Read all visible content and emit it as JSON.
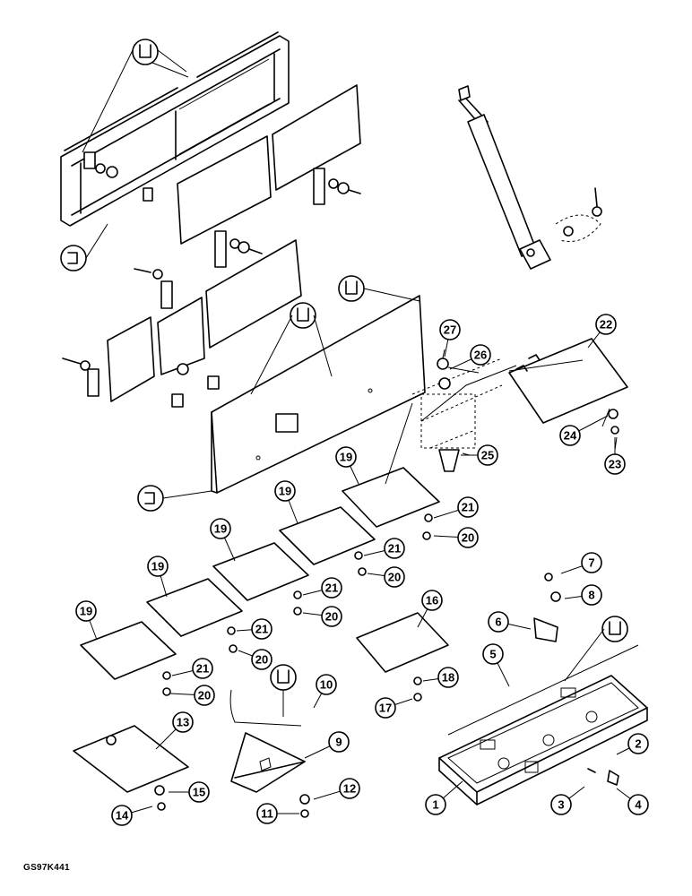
{
  "figure": {
    "reference_code": "GS97K441",
    "callouts": [
      "1",
      "2",
      "3",
      "4",
      "5",
      "6",
      "7",
      "8",
      "9",
      "10",
      "11",
      "12",
      "13",
      "14",
      "15",
      "16",
      "17",
      "18",
      "19",
      "20",
      "21",
      "22",
      "23",
      "24",
      "25",
      "26",
      "27"
    ]
  }
}
